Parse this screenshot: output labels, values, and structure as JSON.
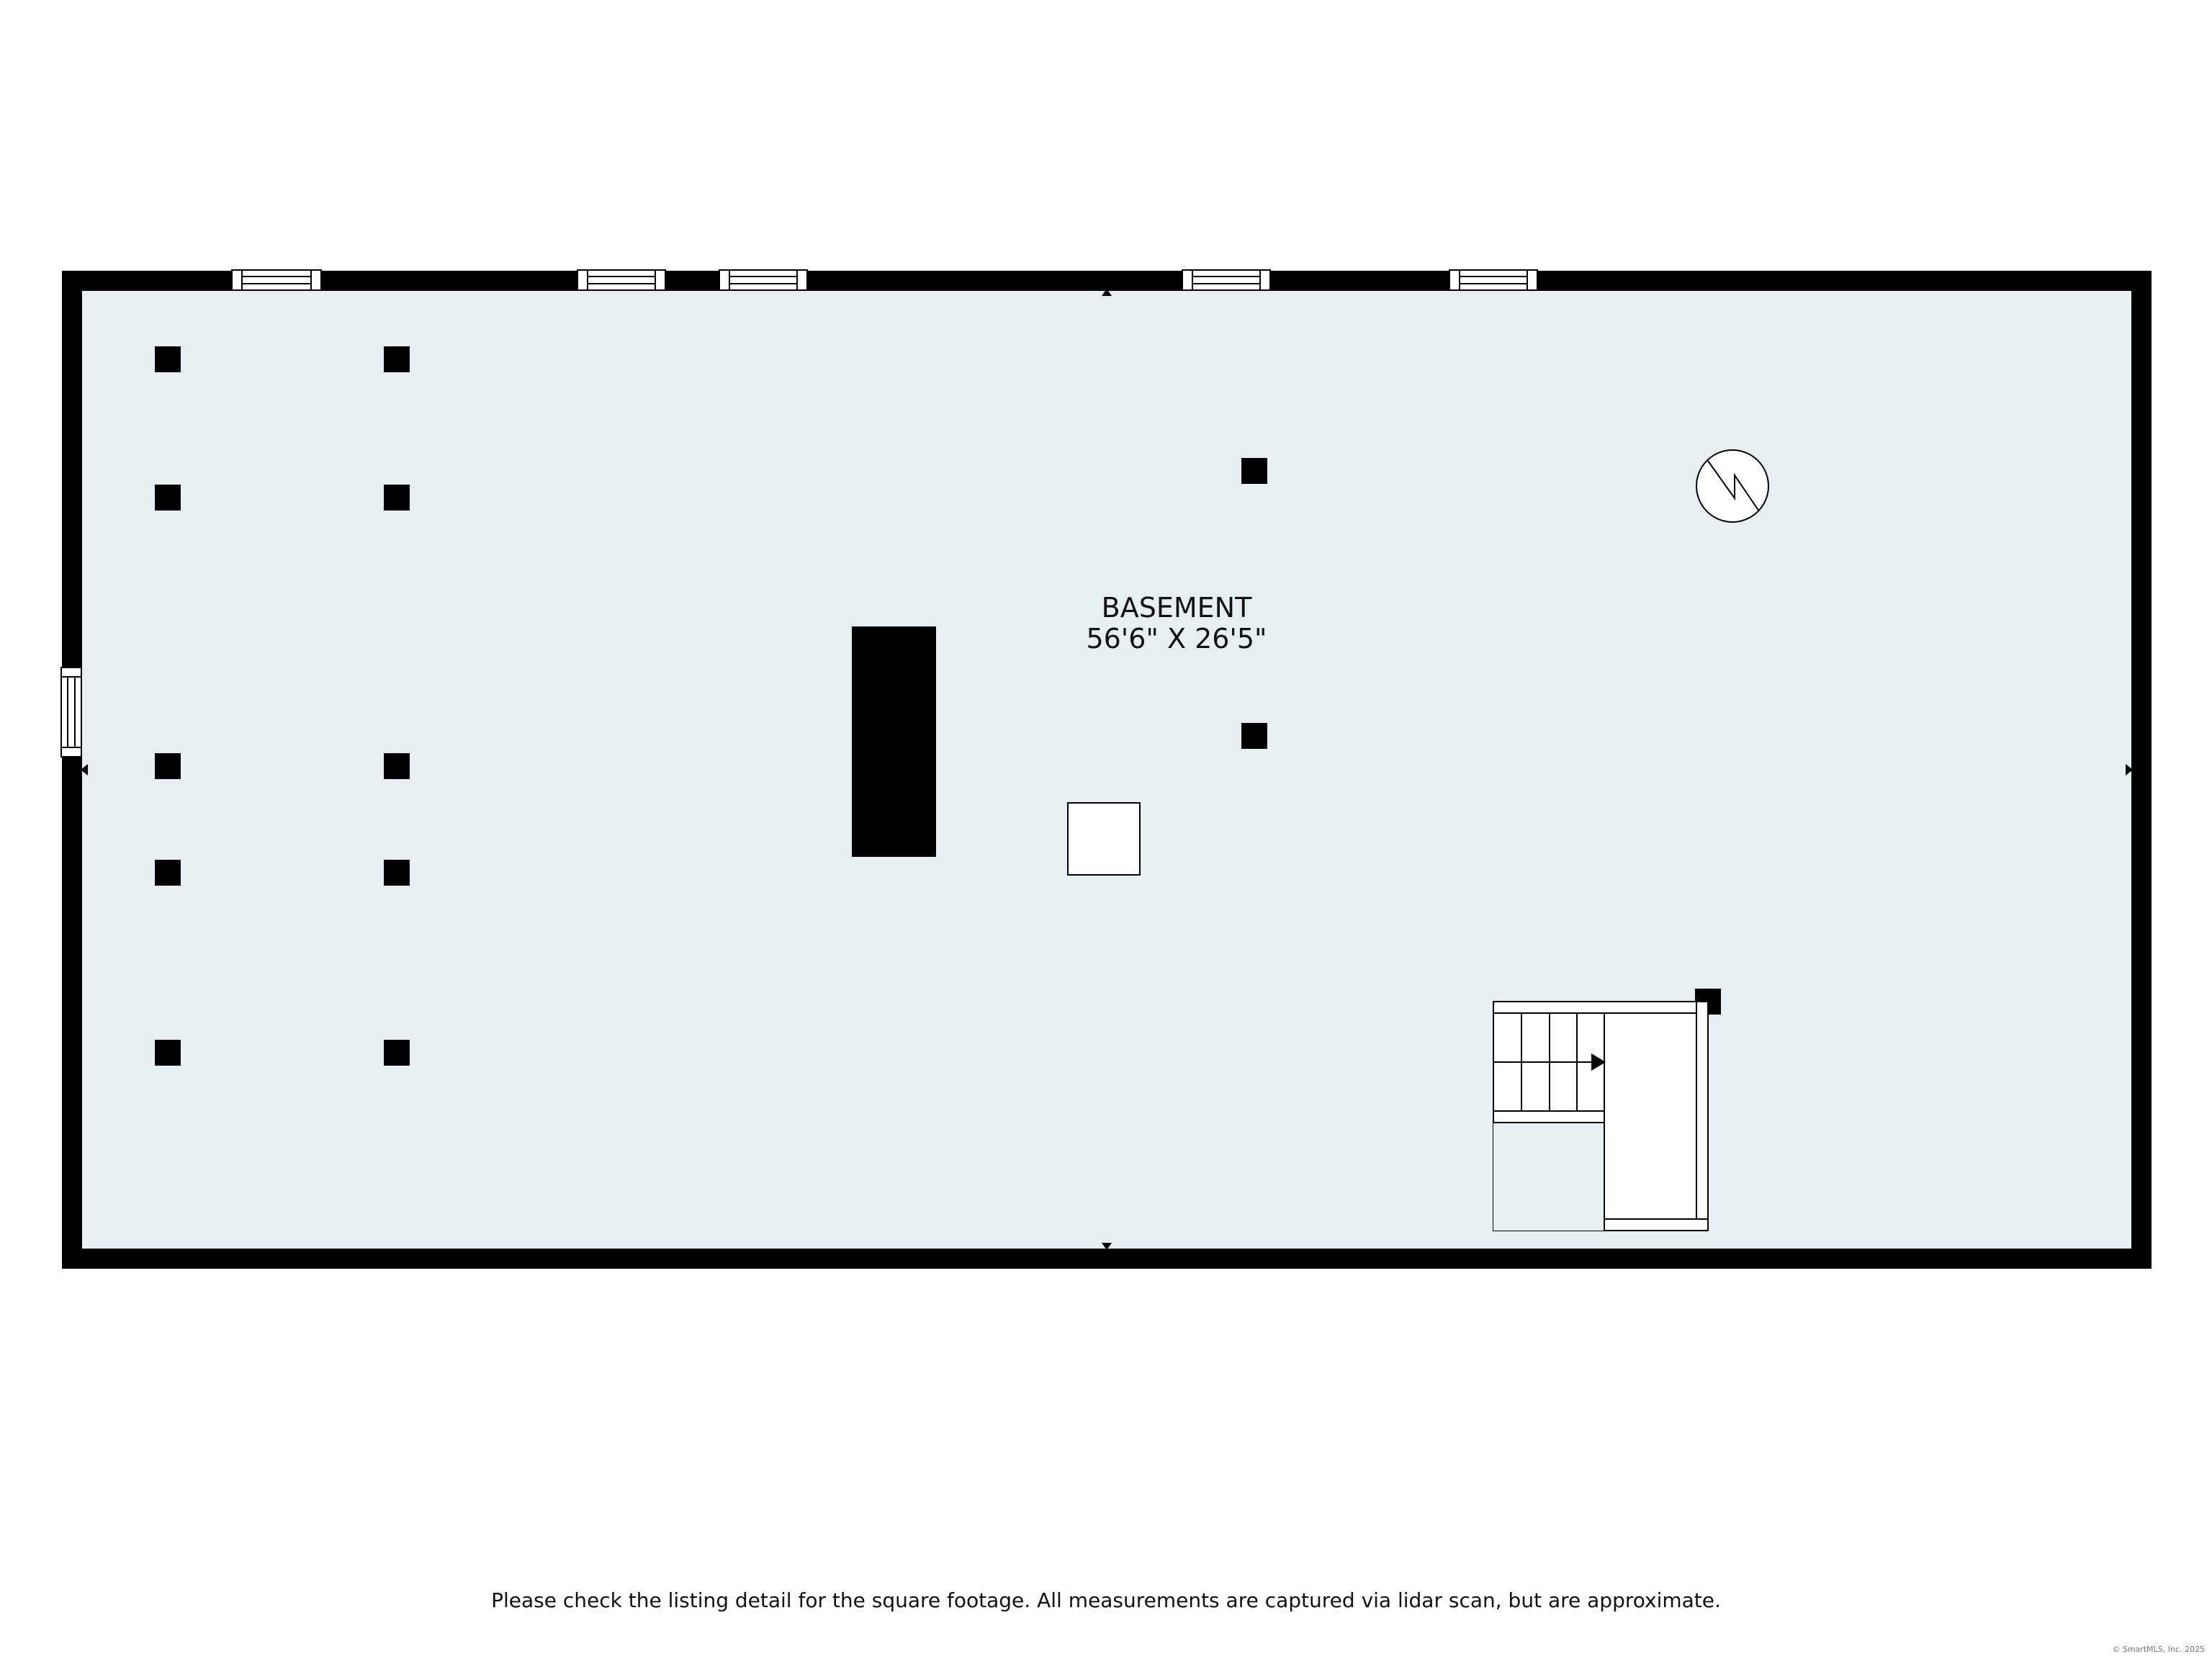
{
  "room": {
    "name": "BASEMENT",
    "dimensions": "56'6\" X 26'5\""
  },
  "disclaimer": "Please check the listing detail for the square footage. All measurements are captured via lidar scan, but are approximate.",
  "copyright": "© SmartMLS, Inc. 2025",
  "colors": {
    "floor": "#e8eff2",
    "wall": "#000000",
    "background": "#ffffff"
  },
  "icons": {
    "utility_symbol": "electric-panel-icon",
    "stair_direction": "arrow-right-icon"
  }
}
